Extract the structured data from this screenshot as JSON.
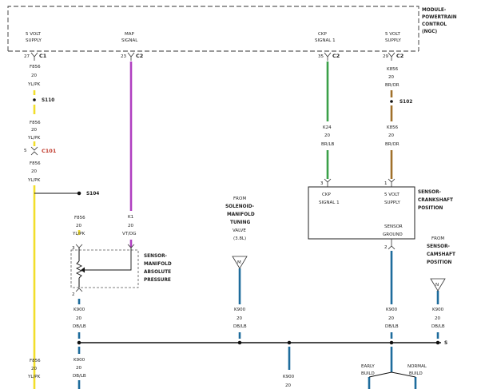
{
  "module": {
    "lines": [
      "MODULE-",
      "POWERTRAIN",
      "CONTROL",
      "(NGC)"
    ]
  },
  "pins": {
    "pin27": {
      "label1": "5 VOLT",
      "label2": "SUPPLY",
      "cavity": "27",
      "connector": "C1"
    },
    "pin23": {
      "label1": "MAP",
      "label2": "SIGNAL",
      "cavity": "23",
      "connector": "C2"
    },
    "pin35": {
      "label1": "CKP",
      "label2": "SIGNAL 1",
      "cavity": "35",
      "connector": "C2"
    },
    "pin29": {
      "label1": "5 VOLT",
      "label2": "SUPPLY",
      "cavity": "29",
      "connector": "C2"
    }
  },
  "wires": {
    "f856_a": {
      "circuit": "F856",
      "gauge": "20",
      "color": "YL/PK"
    },
    "f856_b": {
      "circuit": "F856",
      "gauge": "20",
      "color": "YL/PK"
    },
    "f856_c": {
      "circuit": "F856",
      "gauge": "20",
      "color": "YL/PK"
    },
    "f856_d": {
      "circuit": "F856",
      "gauge": "20",
      "color": "YL/PK"
    },
    "f856_e": {
      "circuit": "F856",
      "gauge": "20",
      "color": "YL/PK"
    },
    "k1": {
      "circuit": "K1",
      "gauge": "20",
      "color": "VT/DG"
    },
    "k24": {
      "circuit": "K24",
      "gauge": "20",
      "color": "BR/LB"
    },
    "k856_a": {
      "circuit": "K856",
      "gauge": "20",
      "color": "BR/OR"
    },
    "k856_b": {
      "circuit": "K856",
      "gauge": "20",
      "color": "BR/OR"
    },
    "k900_map_a": {
      "circuit": "K900",
      "gauge": "20",
      "color": "DB/LB"
    },
    "k900_map_b": {
      "circuit": "K900",
      "gauge": "20",
      "color": "DB/LB"
    },
    "k900_smtv": {
      "circuit": "K900",
      "gauge": "20",
      "color": "DB/LB"
    },
    "k900_ckp": {
      "circuit": "K900",
      "gauge": "20",
      "color": "DB/LB"
    },
    "k900_cmp": {
      "circuit": "K900",
      "gauge": "20",
      "color": "DB/LB"
    },
    "k900_low": {
      "circuit": "K900",
      "gauge": "20"
    }
  },
  "splices": {
    "s110": "S110",
    "s102": "S102",
    "s104": "S104"
  },
  "connector_c101": {
    "cavity": "5",
    "name": "C101"
  },
  "map_sensor": {
    "pin3": "3",
    "pin2": "2",
    "name_lines": [
      "SENSOR-",
      "MANIFOLD",
      "ABSOLUTE",
      "PRESSURE"
    ]
  },
  "ckp_sensor": {
    "pin3": "3",
    "pin1": "1",
    "pin2": "2",
    "sig_label1": "CKP",
    "sig_label2": "SIGNAL 1",
    "sup_label1": "5 VOLT",
    "sup_label2": "SUPPLY",
    "gnd_label1": "SENSOR",
    "gnd_label2": "GROUND",
    "name_lines": [
      "SENSOR-",
      "CRANKSHAFT",
      "POSITION"
    ]
  },
  "from_smtv": {
    "lines": [
      "FROM",
      "SOLENOID-",
      "MANIFOLD",
      "TUNING",
      "VALVE",
      "(3.8L)"
    ],
    "flag": "M"
  },
  "from_cmp": {
    "lines": [
      "FROM",
      "SENSOR-",
      "CAMSHAFT",
      "POSITION"
    ],
    "flag": "N"
  },
  "right_ref": "S",
  "build": {
    "early_lines": [
      "EARLY",
      "BUILD"
    ],
    "normal_lines": [
      "NORMAL",
      "BUILD"
    ]
  },
  "colors": {
    "yellow": "#f2de2a",
    "violet": "#b040c0",
    "green": "#3aa048",
    "brown": "#a0702a",
    "blue": "#1e6c9c",
    "black": "#111111"
  }
}
